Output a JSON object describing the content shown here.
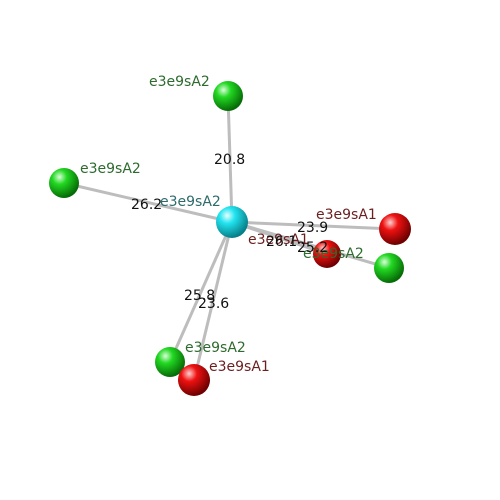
{
  "colors": {
    "central_atom": "#1ad9e6",
    "atom_a2": "#19c419",
    "atom_a1": "#e00000",
    "bond": "#c8c8c8",
    "label_a2": "#2e6b2e",
    "label_a1": "#6b1f1f",
    "label_center": "#2e6b6b",
    "distance_text": "#111111"
  },
  "center": {
    "label": "e3e9sA2"
  },
  "atoms": [
    {
      "label": "e3e9sA2",
      "type": "A2",
      "distance": "20.8"
    },
    {
      "label": "e3e9sA2",
      "type": "A2",
      "distance": "26.2"
    },
    {
      "label": "e3e9sA1",
      "type": "A1",
      "distance": "23.9"
    },
    {
      "label": "e3e9sA1",
      "type": "A1",
      "distance": "26.1"
    },
    {
      "label": "e3e9sA2",
      "type": "A2",
      "distance": "25.2"
    },
    {
      "label": "e3e9sA2",
      "type": "A2",
      "distance": "25.8"
    },
    {
      "label": "e3e9sA1",
      "type": "A1",
      "distance": "23.6"
    }
  ]
}
